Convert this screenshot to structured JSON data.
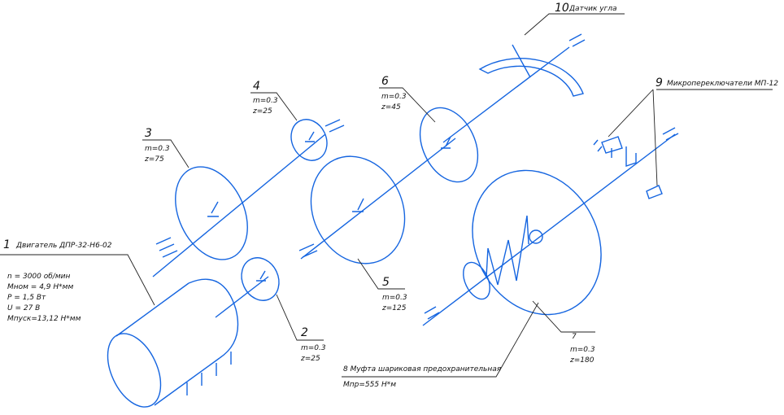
{
  "parts": {
    "motor": {
      "num": "1",
      "title": "Двигатель ДПР-32-Н6-02",
      "specs": [
        "n = 3000 об/мин",
        "Мном = 4,9 Н*мм",
        "Р = 1,5 Вт",
        "U = 27 В",
        "Мпуск=13,12 Н*мм"
      ]
    },
    "gear2": {
      "num": "2",
      "m": "m=0.3",
      "z": "z=25"
    },
    "gear3": {
      "num": "3",
      "m": "m=0.3",
      "z": "z=75"
    },
    "gear4": {
      "num": "4",
      "m": "m=0.3",
      "z": "z=25"
    },
    "gear5": {
      "num": "5",
      "m": "m=0.3",
      "z": "z=125"
    },
    "gear6": {
      "num": "6",
      "m": "m=0.3",
      "z": "z=45"
    },
    "gear7": {
      "num": "7",
      "m": "m=0.3",
      "z": "z=180"
    },
    "clutch": {
      "title": "8 Муфта шариковая предохранительная",
      "spec": "Мпр=555 Н*м"
    },
    "switches": {
      "num": "9",
      "title": "Микропереключатели МП-12"
    },
    "sensor": {
      "num": "10",
      "title": "Датчик угла"
    }
  },
  "colors": {
    "parts": "#1565e0",
    "leaders": "#222222"
  }
}
